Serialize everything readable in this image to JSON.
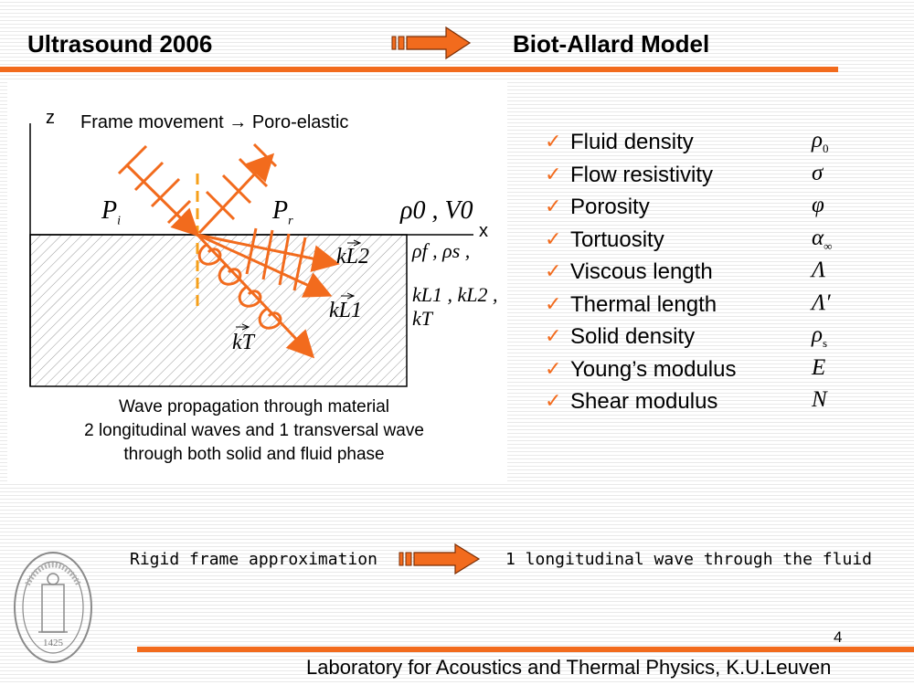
{
  "header": {
    "left_title": "Ultrasound 2006",
    "right_title": "Biot-Allard Model"
  },
  "diagram": {
    "z_axis": "z",
    "x_axis": "x",
    "frame_note": "Frame movement → Poro-elastic",
    "p_incident": "P",
    "p_incident_sub": "i",
    "p_reflected": "P",
    "p_reflected_sub": "r",
    "rho0_v0": "ρ0 , V0",
    "params_line1": "ρf , ρs ,",
    "params_line2": "kL1 , kL2 , kT",
    "k_l2": "kL2",
    "k_l1": "kL1",
    "k_t": "kT",
    "caption_line1": "Wave propagation through material",
    "caption_line2": "2 longitudinal waves and 1 transversal wave",
    "caption_line3": "through both solid and fluid phase"
  },
  "parameters": [
    {
      "label": "Fluid density",
      "symbol": "ρ",
      "sub": "0"
    },
    {
      "label": "Flow resistivity",
      "symbol": "σ",
      "sub": ""
    },
    {
      "label": "Porosity",
      "symbol": "φ",
      "sub": ""
    },
    {
      "label": "Tortuosity",
      "symbol": "α",
      "sub": "∞"
    },
    {
      "label": "Viscous length",
      "symbol": "Λ",
      "sub": ""
    },
    {
      "label": "Thermal length",
      "symbol": "Λ′",
      "sub": ""
    },
    {
      "label": "Solid density",
      "symbol": "ρ",
      "sub": "s"
    },
    {
      "label": "Young’s modulus",
      "symbol": "E",
      "sub": ""
    },
    {
      "label": "Shear modulus",
      "symbol": "N",
      "sub": ""
    }
  ],
  "rigid": {
    "left": "Rigid frame approximation",
    "right": "1 longitudinal wave through the fluid"
  },
  "seal": {
    "year": "1425"
  },
  "footer": {
    "page_number": "4",
    "lab": "Laboratory for Acoustics and Thermal Physics, K.U.Leuven"
  },
  "colors": {
    "accent": "#f26b1d"
  }
}
